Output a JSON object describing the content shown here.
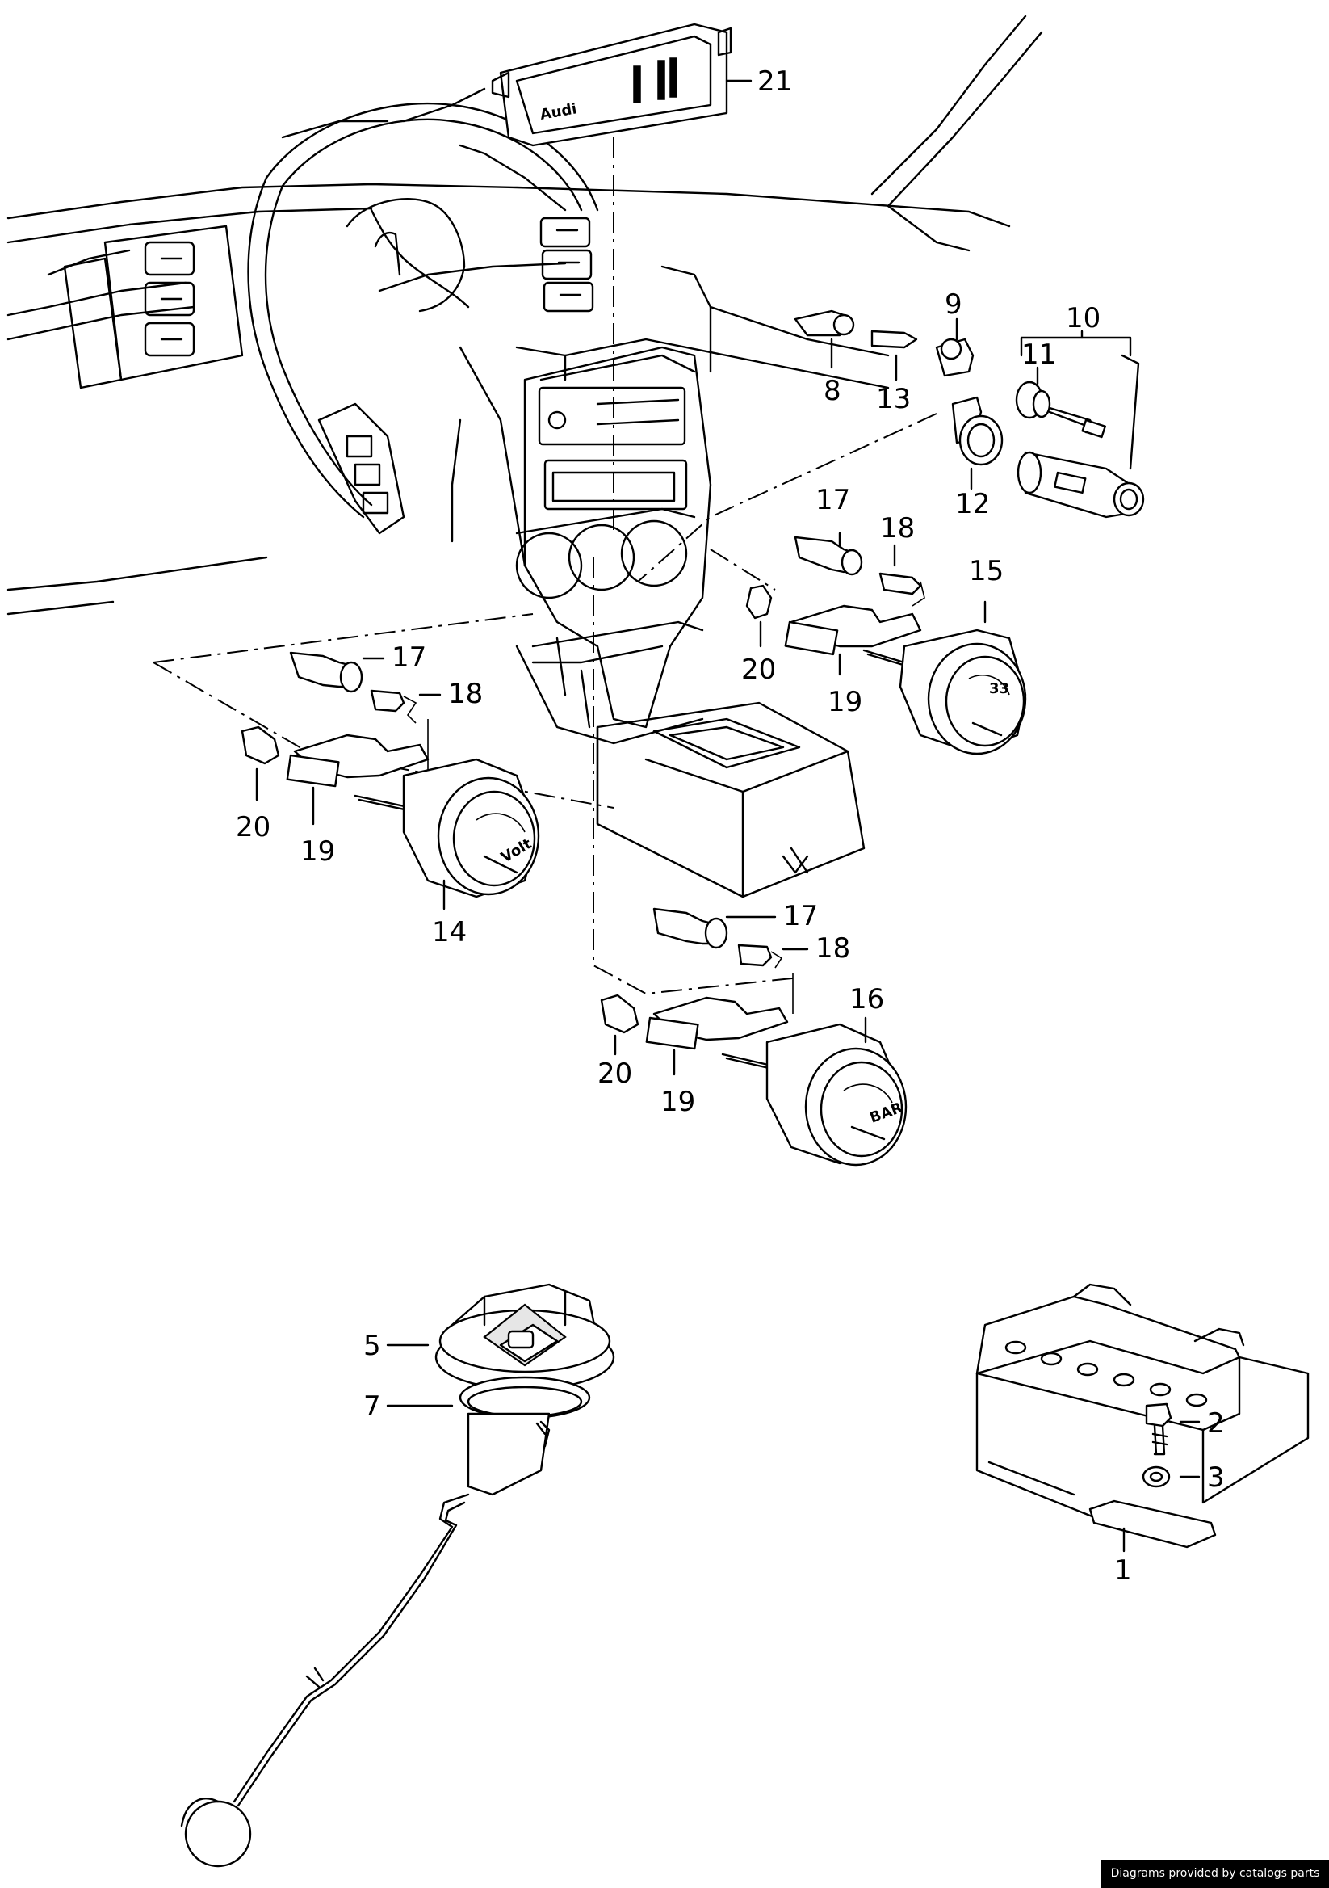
{
  "callouts": {
    "c1": "1",
    "c2": "2",
    "c3": "3",
    "c5": "5",
    "c7": "7",
    "c8": "8",
    "c9": "9",
    "c10": "10",
    "c11": "11",
    "c12": "12",
    "c13": "13",
    "c14": "14",
    "c15": "15",
    "c16": "16",
    "c17": "17",
    "c18": "18",
    "c19": "19",
    "c20": "20",
    "c21": "21"
  },
  "markings": {
    "panel_logo": "Audi",
    "voltmeter_unit": "Volt",
    "oil_pressure_unit": "BAR"
  },
  "credit": "Diagrams provided by catalogs parts"
}
